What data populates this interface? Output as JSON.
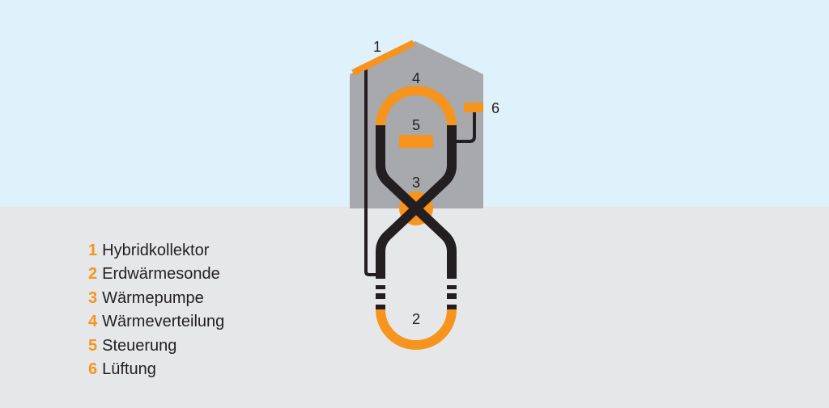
{
  "colors": {
    "sky": "#dff1fb",
    "ground": "#e6e7e8",
    "house": "#a7a9ac",
    "accent": "#f7941d",
    "pipe": "#231f20"
  },
  "markers": {
    "collector": "1",
    "probe": "2",
    "heat_pump": "3",
    "distribution": "4",
    "control": "5",
    "ventilation": "6"
  },
  "legend": [
    {
      "num": "1",
      "label": "Hybridkollektor"
    },
    {
      "num": "2",
      "label": "Erdwärmesonde"
    },
    {
      "num": "3",
      "label": "Wärmepumpe"
    },
    {
      "num": "4",
      "label": "Wärmeverteilung"
    },
    {
      "num": "5",
      "label": "Steuerung"
    },
    {
      "num": "6",
      "label": "Lüftung"
    }
  ]
}
